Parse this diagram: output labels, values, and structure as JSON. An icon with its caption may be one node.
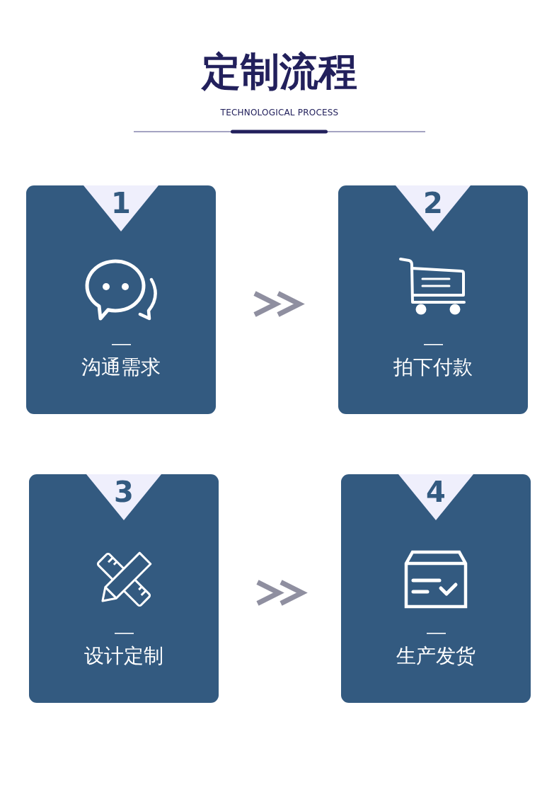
{
  "diagram": {
    "title": "定制流程",
    "nodes": [
      {
        "text": [
          "1",
          "沟通需求"
        ]
      },
      {
        "text": [
          "2",
          "拍下付款"
        ]
      },
      {
        "text": [
          "3",
          "设计定制"
        ]
      },
      {
        "text": [
          "4",
          "生产发货"
        ]
      }
    ],
    "edges": [
      {
        "from": 0,
        "to": 1,
        "arrow": "to"
      },
      {
        "from": 2,
        "to": 3,
        "arrow": "to"
      }
    ],
    "labels": [
      "TECHNOLOGICAL PROCESS"
    ]
  }
}
